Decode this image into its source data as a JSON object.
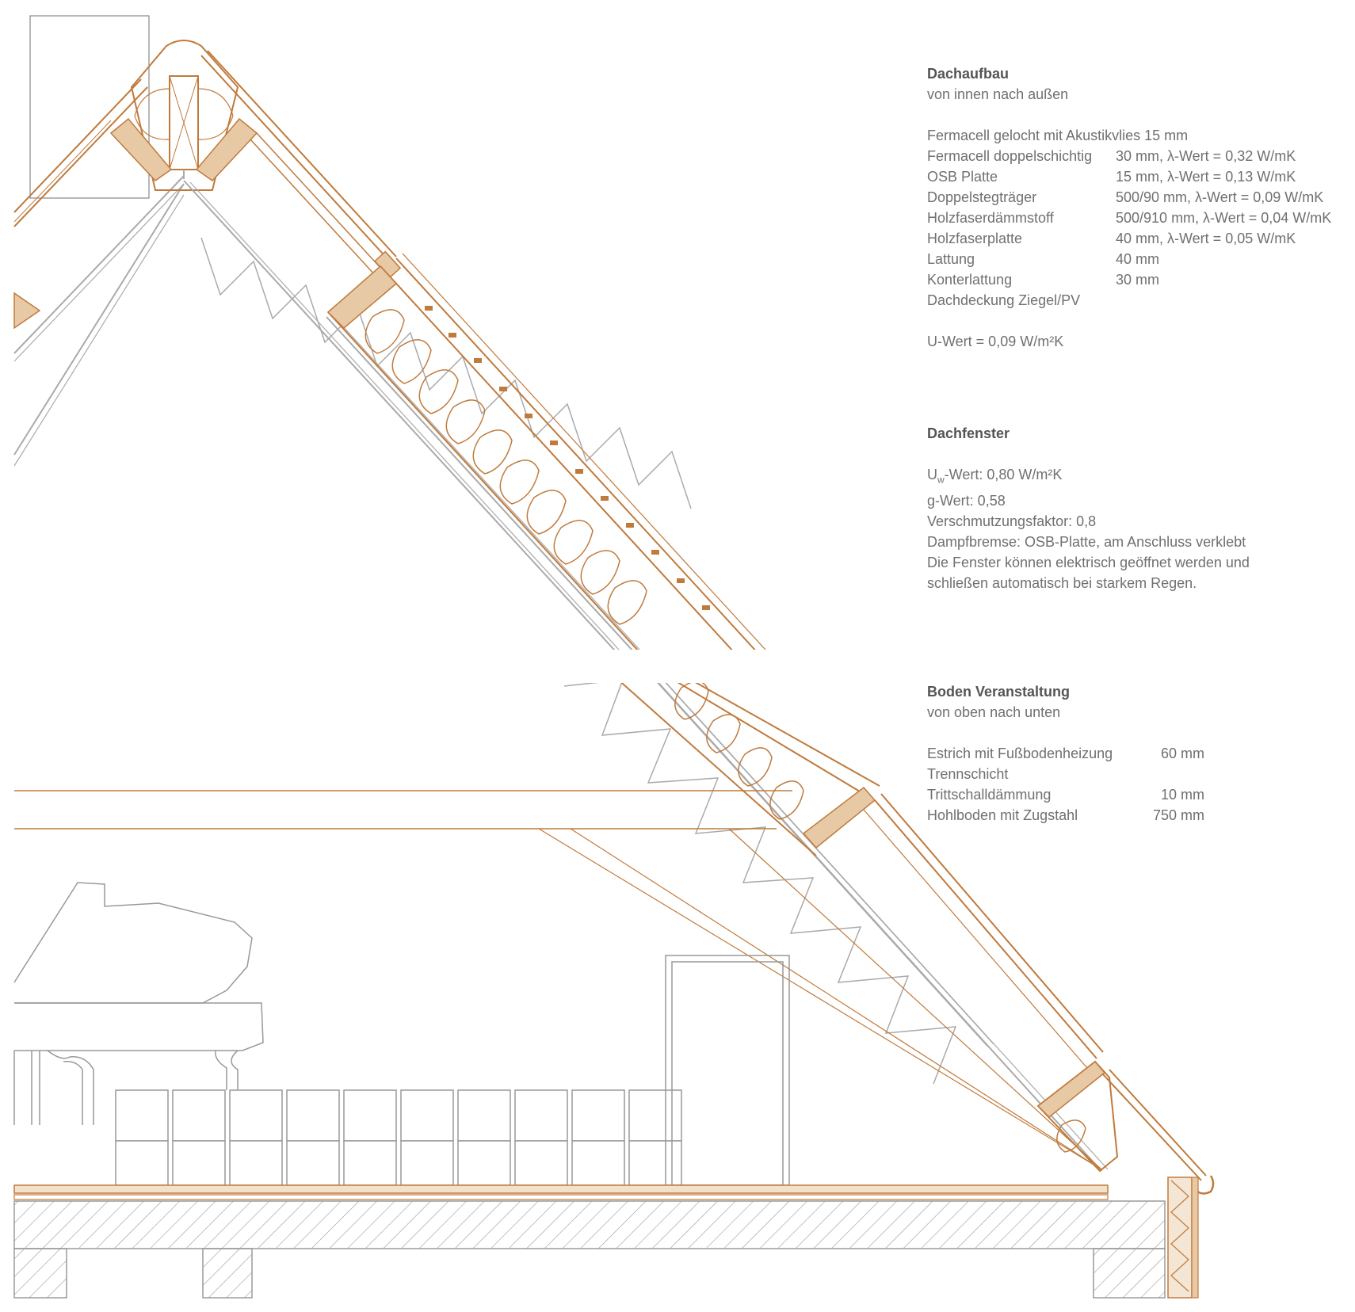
{
  "colors": {
    "line": "#aaaaaa",
    "wood": "#c07a3c",
    "text": "#707070",
    "heading": "#555555"
  },
  "roof": {
    "title": "Dachaufbau",
    "subtitle": "von innen nach außen",
    "first_layer": "Fermacell gelocht mit Akustikvlies   15 mm",
    "layers": [
      {
        "name": "Fermacell doppelschichtig",
        "value": "30 mm, λ-Wert = 0,32 W/mK"
      },
      {
        "name": "OSB Platte",
        "value": "15 mm, λ-Wert = 0,13 W/mK"
      },
      {
        "name": "Doppelstegträger",
        "value": "500/90 mm, λ-Wert = 0,09 W/mK"
      },
      {
        "name": "Holzfaserdämmstoff",
        "value": "500/910 mm, λ-Wert = 0,04 W/mK"
      },
      {
        "name": "Holzfaserplatte",
        "value": "40 mm, λ-Wert = 0,05 W/mK"
      },
      {
        "name": "Lattung",
        "value": "40 mm"
      },
      {
        "name": "Konterlattung",
        "value": "30 mm"
      },
      {
        "name": "Dachdeckung Ziegel/PV",
        "value": ""
      }
    ],
    "u_value": "U-Wert = 0,09 W/m²K"
  },
  "window": {
    "title": "Dachfenster",
    "uw_prefix": "U",
    "uw_sub": "w",
    "uw_rest": "-Wert: 0,80 W/m²K",
    "lines": [
      "g-Wert: 0,58",
      "Verschmutzungsfaktor: 0,8",
      "Dampfbremse: OSB-Platte, am Anschluss verklebt",
      "Die Fenster können elektrisch geöffnet werden und",
      "schließen automatisch bei starkem Regen."
    ]
  },
  "floor": {
    "title": "Boden Veranstaltung",
    "subtitle": "von oben nach unten",
    "layers": [
      {
        "name": "Estrich mit Fußbodenheizung",
        "value": "60 mm"
      },
      {
        "name": "Trennschicht",
        "value": ""
      },
      {
        "name": "Trittschalldämmung",
        "value": "10 mm"
      },
      {
        "name": "Hohlboden mit Zugstahl",
        "value": "750 mm"
      }
    ]
  }
}
